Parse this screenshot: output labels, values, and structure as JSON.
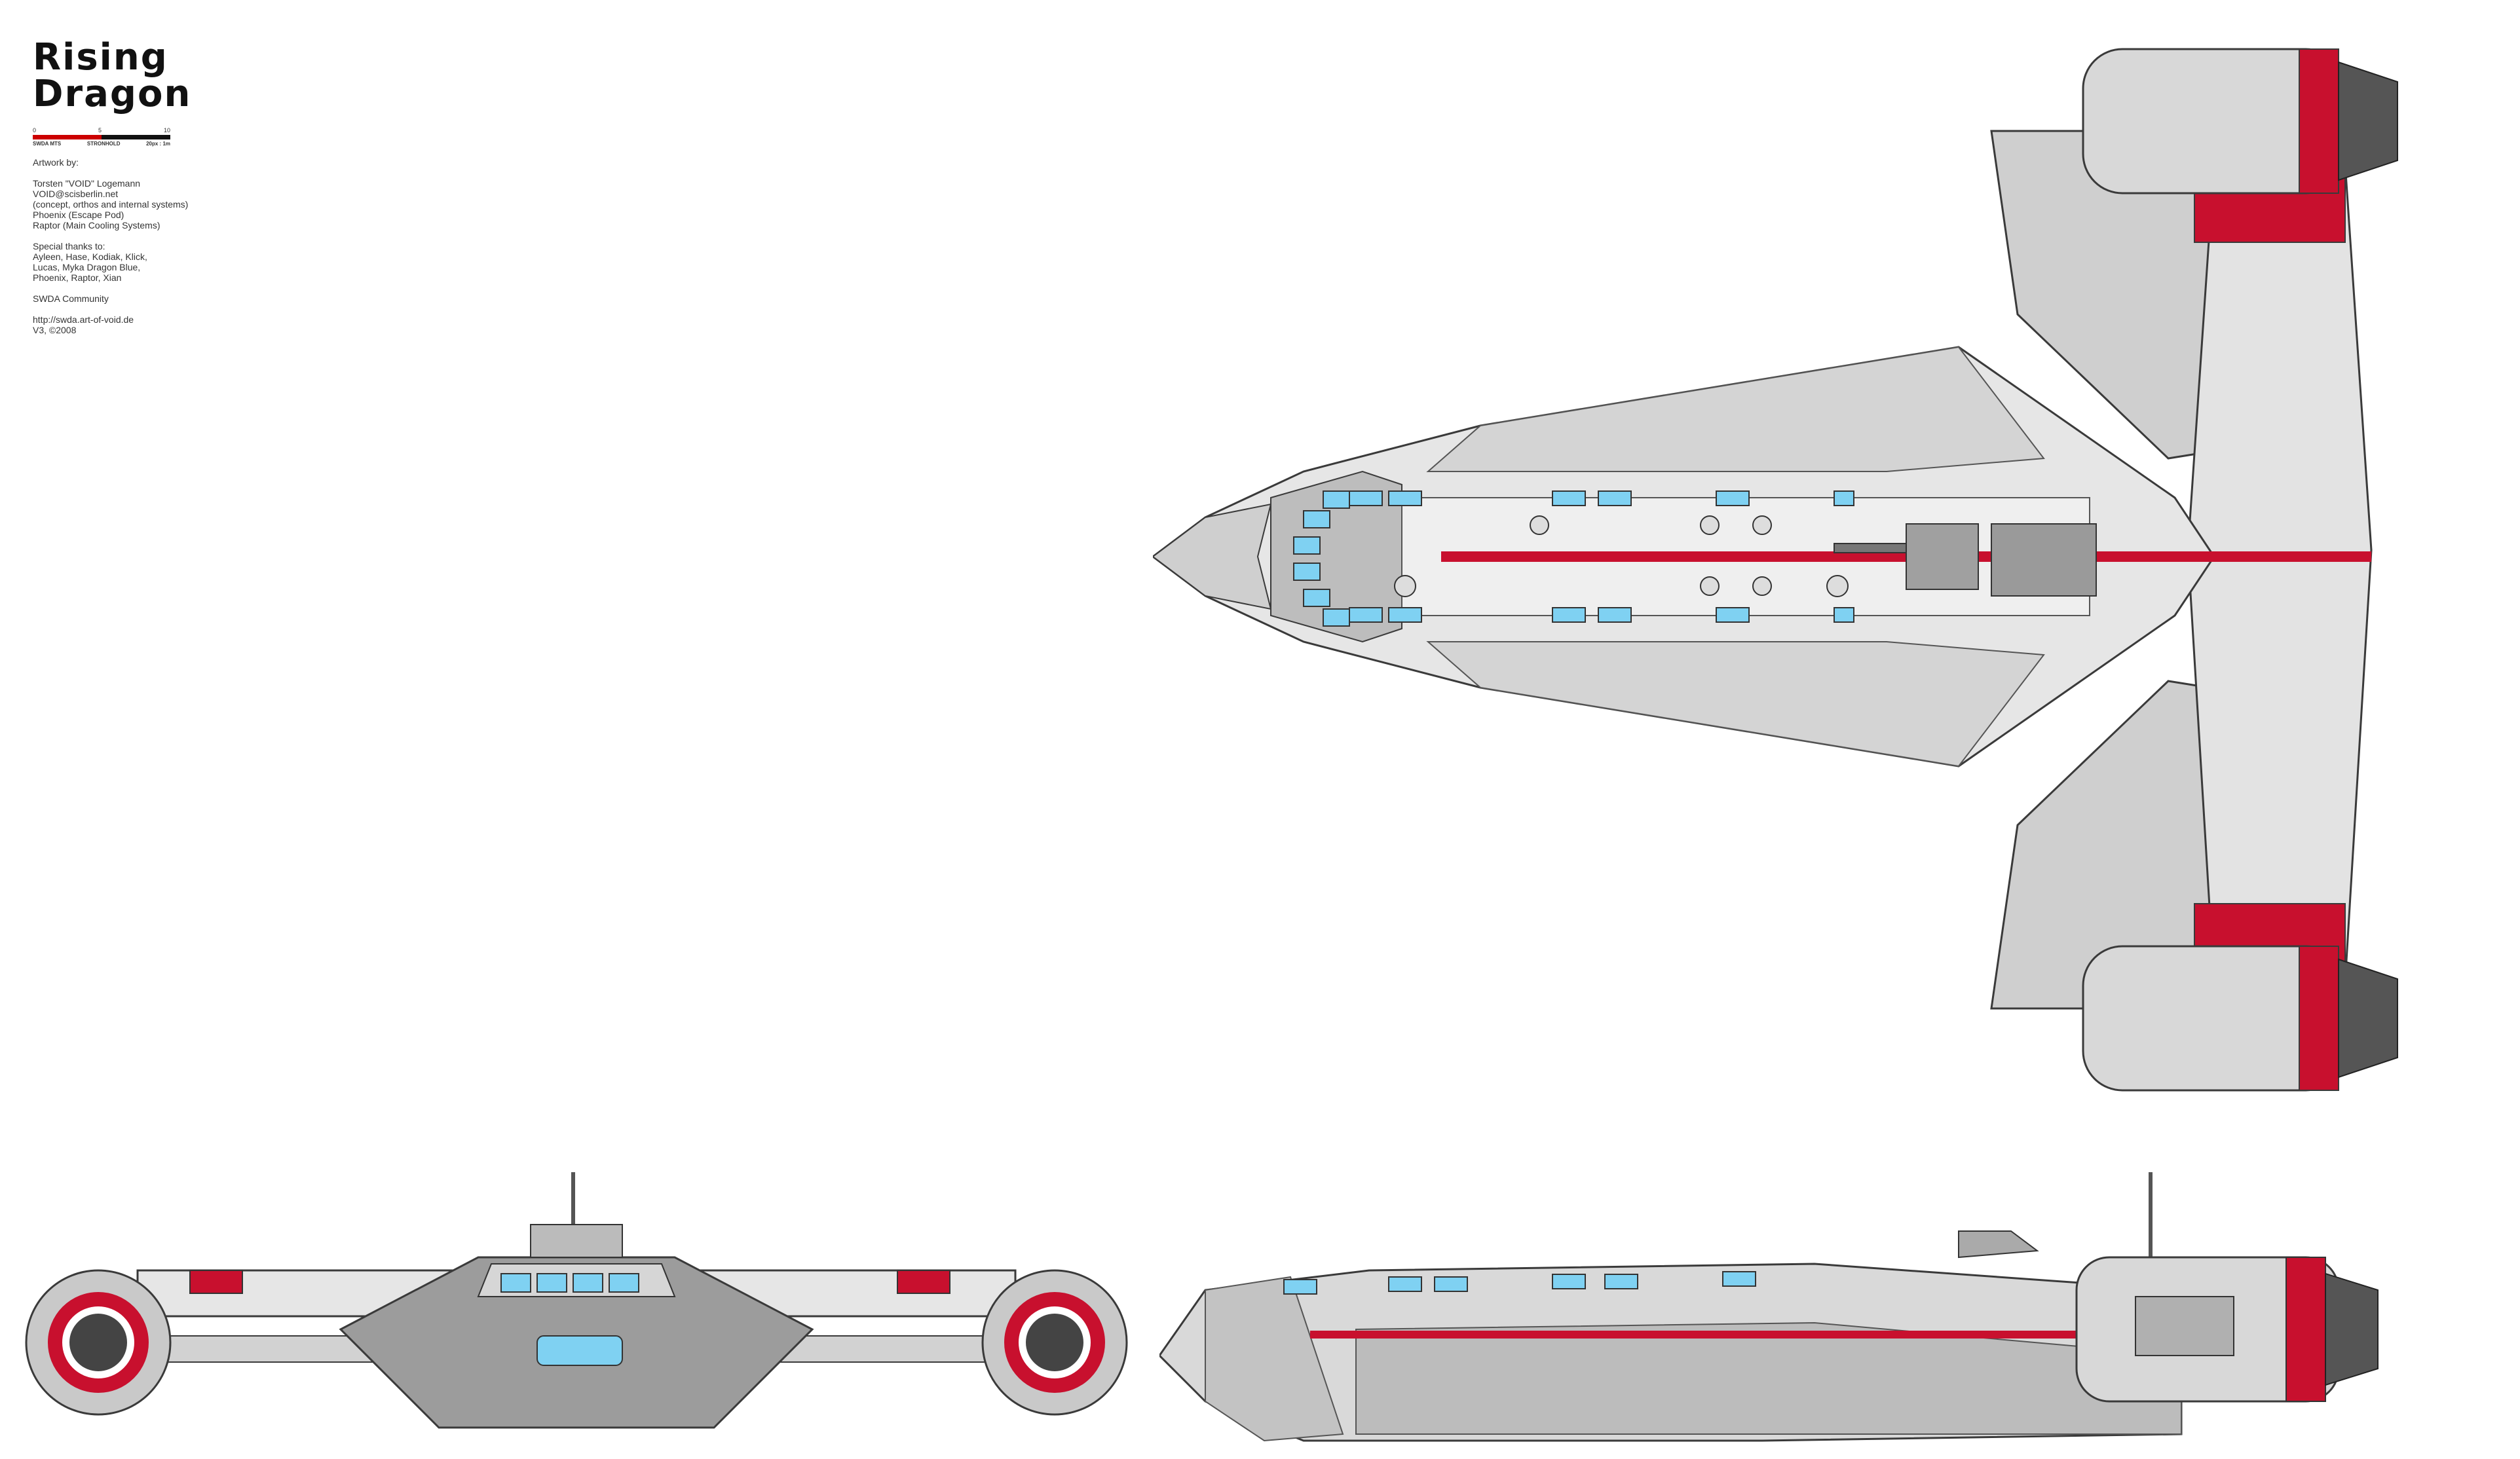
{
  "title": "Rising Dragon",
  "scale": {
    "ticks": [
      "0",
      "5",
      "10"
    ],
    "unit_label": "SWDA MTS",
    "ref_label": "STRONHOLD",
    "ratio_label": "20px : 1m"
  },
  "credits": {
    "artwork_by": "Artwork by:",
    "artist_name": "Torsten \"VOID\" Logemann",
    "artist_email": "VOID@scisberlin.net",
    "artist_role": "(concept, orthos and internal systems)",
    "helper_1": "Phoenix (Escape Pod)",
    "helper_2": "Raptor (Main Cooling Systems)",
    "thanks_heading": "Special thanks to:",
    "thanks_1": "Ayleen, Hase, Kodiak, Klick,",
    "thanks_2": "Lucas, Myka Dragon Blue,",
    "thanks_3": "Phoenix, Raptor, Xian",
    "community": "SWDA Community",
    "url": "http://swda.art-of-void.de",
    "version": "V3, ©2008"
  },
  "colors": {
    "hull": "#d9d9d9",
    "hull_light": "#ececec",
    "hull_dark": "#8c8c8c",
    "stripe_red": "#c8102e",
    "window_blue": "#7fd1f2",
    "outline": "#3a3a3a"
  },
  "views": {
    "top": "top-view",
    "front": "front-view",
    "side": "side-view"
  }
}
